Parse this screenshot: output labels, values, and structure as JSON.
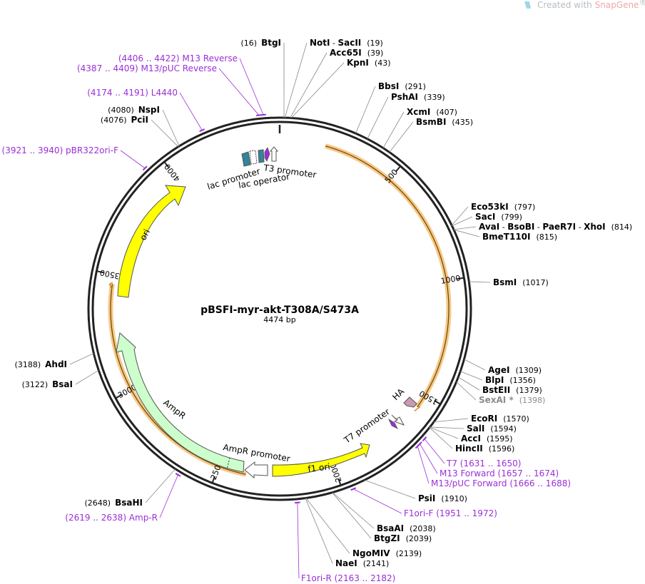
{
  "plasmid": {
    "name": "pBSFI-myr-akt-T308A/S473A",
    "length_label": "4474 bp",
    "length": 4474
  },
  "branding": {
    "prefix": "Created with ",
    "product": "SnapGene",
    "mark": "®"
  },
  "ticks": [
    "500",
    "1000",
    "1500",
    "2000",
    "2500",
    "3000",
    "3500",
    "4000"
  ],
  "enzyme_groups": [
    {
      "id": "btgi",
      "parts": [
        {
          "text": "(16)",
          "k": "pos"
        },
        {
          "text": "BtgI",
          "k": "name"
        }
      ]
    },
    {
      "id": "noti-sacii",
      "parts": [
        {
          "text": "NotI",
          "k": "name"
        },
        {
          "text": " - ",
          "k": "pos"
        },
        {
          "text": "SacII",
          "k": "name"
        },
        {
          "text": "(19)",
          "k": "pos"
        }
      ]
    },
    {
      "id": "acc65i",
      "parts": [
        {
          "text": "Acc65I",
          "k": "name"
        },
        {
          "text": "(39)",
          "k": "pos"
        }
      ]
    },
    {
      "id": "kpni",
      "parts": [
        {
          "text": "KpnI",
          "k": "name"
        },
        {
          "text": "(43)",
          "k": "pos"
        }
      ]
    },
    {
      "id": "bbsi",
      "parts": [
        {
          "text": "BbsI",
          "k": "name"
        },
        {
          "text": "(291)",
          "k": "pos"
        }
      ]
    },
    {
      "id": "pshai",
      "parts": [
        {
          "text": "PshAI",
          "k": "name"
        },
        {
          "text": "(339)",
          "k": "pos"
        }
      ]
    },
    {
      "id": "xcmi",
      "parts": [
        {
          "text": "XcmI",
          "k": "name"
        },
        {
          "text": "(407)",
          "k": "pos"
        }
      ]
    },
    {
      "id": "bsmbi",
      "parts": [
        {
          "text": "BsmBI",
          "k": "name"
        },
        {
          "text": "(435)",
          "k": "pos"
        }
      ]
    },
    {
      "id": "eco53ki",
      "parts": [
        {
          "text": "Eco53kI",
          "k": "name"
        },
        {
          "text": "(797)",
          "k": "pos"
        }
      ]
    },
    {
      "id": "saci",
      "parts": [
        {
          "text": "SacI",
          "k": "name"
        },
        {
          "text": "(799)",
          "k": "pos"
        }
      ]
    },
    {
      "id": "avai-xhoi",
      "parts": [
        {
          "text": "AvaI",
          "k": "name"
        },
        {
          "text": " - ",
          "k": "pos"
        },
        {
          "text": "BsoBI",
          "k": "name"
        },
        {
          "text": " - ",
          "k": "pos"
        },
        {
          "text": "PaeR7I",
          "k": "name"
        },
        {
          "text": " - ",
          "k": "pos"
        },
        {
          "text": "XhoI",
          "k": "name"
        },
        {
          "text": "(814)",
          "k": "pos"
        }
      ]
    },
    {
      "id": "bmet110i",
      "parts": [
        {
          "text": "BmeT110I",
          "k": "name"
        },
        {
          "text": "(815)",
          "k": "pos"
        }
      ]
    },
    {
      "id": "bsmi",
      "parts": [
        {
          "text": "BsmI",
          "k": "name"
        },
        {
          "text": "(1017)",
          "k": "pos"
        }
      ]
    },
    {
      "id": "agei",
      "parts": [
        {
          "text": "AgeI",
          "k": "name"
        },
        {
          "text": "(1309)",
          "k": "pos"
        }
      ]
    },
    {
      "id": "blpi",
      "parts": [
        {
          "text": "BlpI",
          "k": "name"
        },
        {
          "text": "(1356)",
          "k": "pos"
        }
      ]
    },
    {
      "id": "bsteii",
      "parts": [
        {
          "text": "BstEII",
          "k": "name"
        },
        {
          "text": "(1379)",
          "k": "pos"
        }
      ]
    },
    {
      "id": "sexai",
      "parts": [
        {
          "text": "SexAI *",
          "k": "name-gray"
        },
        {
          "text": "(1398)",
          "k": "pos-gray"
        }
      ]
    },
    {
      "id": "ecori",
      "parts": [
        {
          "text": "EcoRI",
          "k": "name"
        },
        {
          "text": "(1570)",
          "k": "pos"
        }
      ]
    },
    {
      "id": "sali",
      "parts": [
        {
          "text": "SalI",
          "k": "name"
        },
        {
          "text": "(1594)",
          "k": "pos"
        }
      ]
    },
    {
      "id": "acci",
      "parts": [
        {
          "text": "AccI",
          "k": "name"
        },
        {
          "text": "(1595)",
          "k": "pos"
        }
      ]
    },
    {
      "id": "hincii",
      "parts": [
        {
          "text": "HincII",
          "k": "name"
        },
        {
          "text": "(1596)",
          "k": "pos"
        }
      ]
    },
    {
      "id": "psii",
      "parts": [
        {
          "text": "PsiI",
          "k": "name"
        },
        {
          "text": "(1910)",
          "k": "pos"
        }
      ]
    },
    {
      "id": "bsaai",
      "parts": [
        {
          "text": "BsaAI",
          "k": "name"
        },
        {
          "text": "(2038)",
          "k": "pos"
        }
      ]
    },
    {
      "id": "btgzi",
      "parts": [
        {
          "text": "BtgZI",
          "k": "name"
        },
        {
          "text": "(2039)",
          "k": "pos"
        }
      ]
    },
    {
      "id": "ngomiv",
      "parts": [
        {
          "text": "NgoMIV",
          "k": "name"
        },
        {
          "text": "(2139)",
          "k": "pos"
        }
      ]
    },
    {
      "id": "naei",
      "parts": [
        {
          "text": "NaeI",
          "k": "name"
        },
        {
          "text": "(2141)",
          "k": "pos"
        }
      ]
    },
    {
      "id": "bsahi",
      "parts": [
        {
          "text": "(2648)",
          "k": "pos"
        },
        {
          "text": "BsaHI",
          "k": "name"
        }
      ]
    },
    {
      "id": "bsai",
      "parts": [
        {
          "text": "(3122)",
          "k": "pos"
        },
        {
          "text": "BsaI",
          "k": "name"
        }
      ]
    },
    {
      "id": "ahdi",
      "parts": [
        {
          "text": "(3188)",
          "k": "pos"
        },
        {
          "text": "AhdI",
          "k": "name"
        }
      ]
    },
    {
      "id": "pcii",
      "parts": [
        {
          "text": "(4076)",
          "k": "pos"
        },
        {
          "text": "PciI",
          "k": "name"
        }
      ]
    },
    {
      "id": "nspi",
      "parts": [
        {
          "text": "(4080)",
          "k": "pos"
        },
        {
          "text": "NspI",
          "k": "name"
        }
      ]
    }
  ],
  "primers": [
    {
      "id": "m13-reverse",
      "text": "(4406 .. 4422)  M13 Reverse"
    },
    {
      "id": "m13-puc-reverse",
      "text": "(4387 .. 4409)  M13/pUC Reverse"
    },
    {
      "id": "l4440",
      "text": "(4174 .. 4191)  L4440"
    },
    {
      "id": "pbr322ori-f",
      "text": "(3921 .. 3940)  pBR322ori-F"
    },
    {
      "id": "t7",
      "text": "T7   (1631 .. 1650)"
    },
    {
      "id": "m13-forward",
      "text": "M13 Forward   (1657 .. 1674)"
    },
    {
      "id": "m13-puc-forward",
      "text": "M13/pUC Forward   (1666 .. 1688)"
    },
    {
      "id": "f1ori-f",
      "text": "F1ori-F   (1951 .. 1972)"
    },
    {
      "id": "amp-r",
      "text": "(2619 .. 2638)  Amp-R"
    },
    {
      "id": "f1ori-r",
      "text": "F1ori-R   (2163 .. 2182)"
    }
  ],
  "features": [
    {
      "id": "ori",
      "label": "ori",
      "color": "#ffff00"
    },
    {
      "id": "ampr",
      "label": "AmpR",
      "color": "#ccffcc"
    },
    {
      "id": "ampr-promoter",
      "label": "AmpR promoter",
      "color": "#ffffff"
    },
    {
      "id": "f1-ori",
      "label": "f1 ori",
      "color": "#ffff00"
    },
    {
      "id": "t7-promoter",
      "label": "T7 promoter",
      "color": "#ffffff"
    },
    {
      "id": "ha",
      "label": "HA",
      "color": "#cc99b3"
    },
    {
      "id": "lac-promoter",
      "label": "lac promoter",
      "color": "#31849b"
    },
    {
      "id": "lac-operator",
      "label": "lac operator",
      "color": "#ffffff"
    },
    {
      "id": "t3-promoter",
      "label": "T3 promoter",
      "color": "#ffffff"
    }
  ],
  "colors": {
    "backbone": "#222222",
    "orf_highlight": "#f5c98a",
    "primer": "#9b2fd6",
    "enzyme_line": "#888888",
    "brand_icon": "#9ed8e8"
  }
}
